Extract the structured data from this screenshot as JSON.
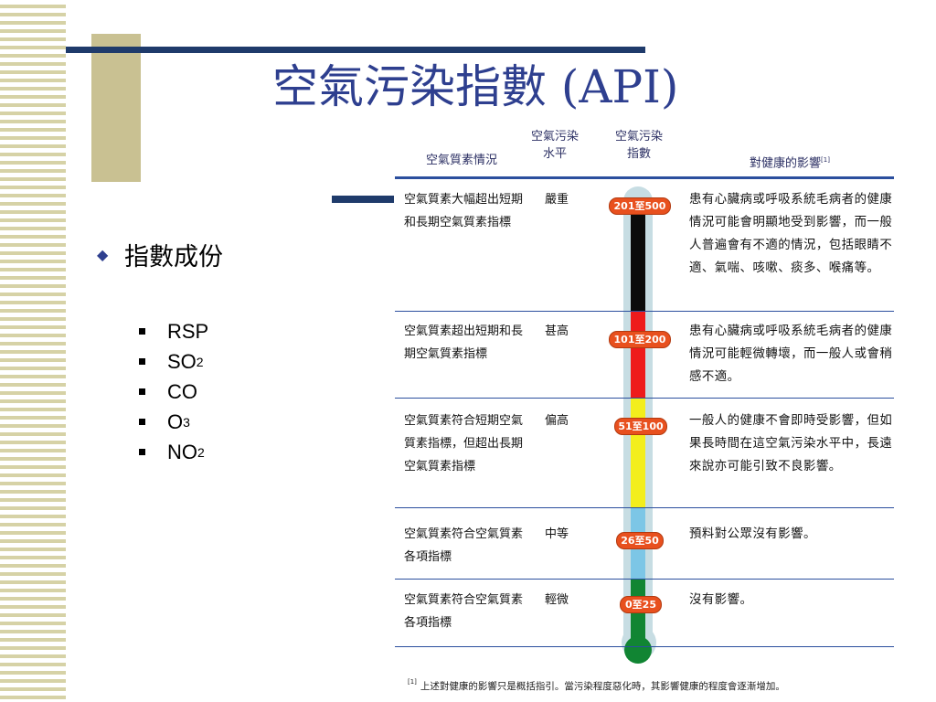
{
  "title": "空氣污染指數 (API)",
  "bullet": "指數成份",
  "components": [
    {
      "main": "RSP",
      "sub": ""
    },
    {
      "main": "SO",
      "sub": "2"
    },
    {
      "main": "CO",
      "sub": ""
    },
    {
      "main": "O",
      "sub": "3"
    },
    {
      "main": "NO",
      "sub": "2"
    }
  ],
  "table": {
    "headers": {
      "quality": "空氣質素情況",
      "level": "空氣污染\n水平",
      "index": "空氣污染\n指數",
      "health": "對健康的影響",
      "health_note": "[1]"
    },
    "rows": [
      {
        "quality": "空氣質素大幅超出短期和長期空氣質素指標",
        "level": "嚴重",
        "range": "201至500",
        "health": "患有心臟病或呼吸系統毛病者的健康情況可能會明顯地受到影響，而一般人普遍會有不適的情況，包括眼睛不適、氣喘、咳嗽、痰多、喉痛等。",
        "color": "#0b0b0b"
      },
      {
        "quality": "空氣質素超出短期和長期空氣質素指標",
        "level": "甚高",
        "range": "101至200",
        "health": "患有心臟病或呼吸系統毛病者的健康情況可能輕微轉壞，而一般人或會稍感不適。",
        "color": "#ee1b1b"
      },
      {
        "quality": "空氣質素符合短期空氣質素指標，但超出長期空氣質素指標",
        "level": "偏高",
        "range": "51至100",
        "health": "一般人的健康不會即時受影響，但如果長時間在這空氣污染水平中，長遠來說亦可能引致不良影響。",
        "color": "#f3ee1c"
      },
      {
        "quality": "空氣質素符合空氣質素各項指標",
        "level": "中等",
        "range": "26至50",
        "health": "預料對公眾沒有影響。",
        "color": "#7cc6e6"
      },
      {
        "quality": "空氣質素符合空氣質素各項指標",
        "level": "輕微",
        "range": "0至25",
        "health": "沒有影響。",
        "color": "#118533"
      }
    ],
    "footnote_mark": "[1]",
    "footnote": "上述對健康的影響只是概括指引。當污染程度惡化時，其影響健康的程度會逐漸增加。"
  }
}
